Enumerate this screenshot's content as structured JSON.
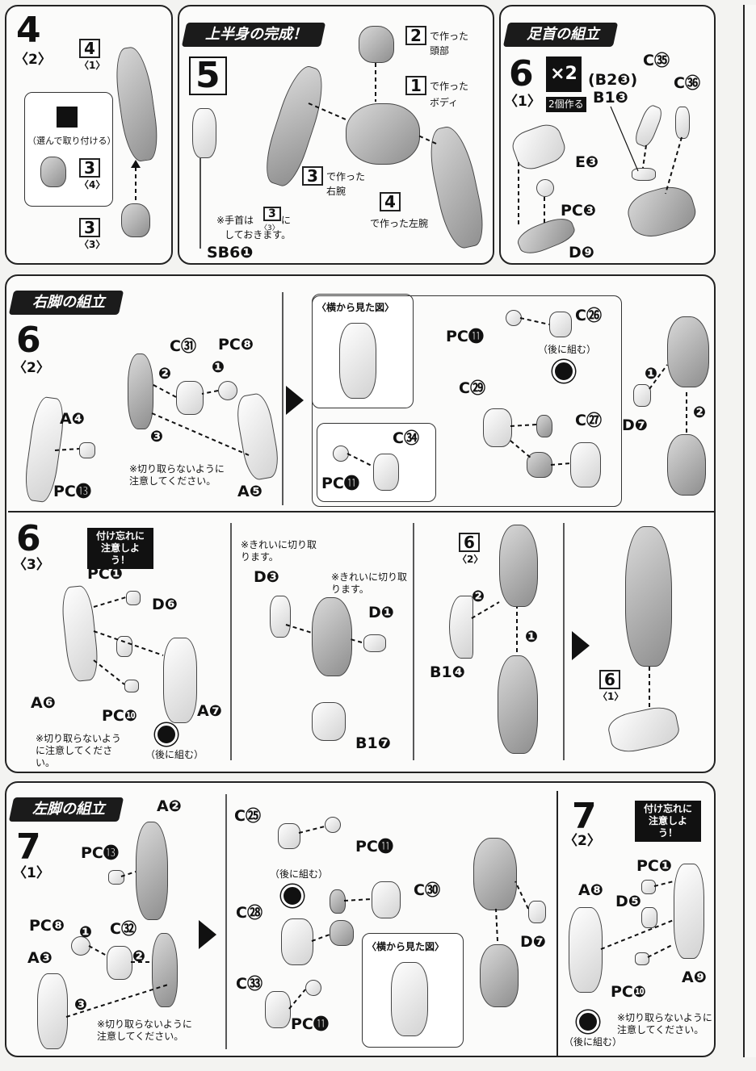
{
  "panel4": {
    "step": "4",
    "sub": "〈2〉",
    "ref_num": "4",
    "ref_sub": "〈1〉",
    "select_note": "（選んで取り付ける）",
    "alt_num": "3",
    "alt_sub": "〈4〉",
    "hand_num": "3",
    "hand_sub": "〈3〉"
  },
  "panel5": {
    "title": "上半身の完成！",
    "step": "5",
    "head_ref": "2",
    "head_made": "で作った",
    "head_label": "頭部",
    "body_ref": "1",
    "body_made": "で作った",
    "body_label": "ボディ",
    "rarm_ref": "3",
    "rarm_made": "で作った",
    "rarm_label": "右腕",
    "larm_ref": "4",
    "larm_label": "で作った左腕",
    "wrist_note": "※手首は",
    "wrist_ref": "3",
    "wrist_ref_sub": "〈3〉",
    "wrist_ni": "に",
    "wrist_note2": "しておきます。",
    "sb": "SB6❶"
  },
  "panel6a": {
    "title": "足首の組立",
    "step": "6",
    "sub": "〈1〉",
    "x2": "×2",
    "x2_note": "2個作る",
    "b2": "(B2❸)",
    "b1": "B1❸",
    "c35": "C㉟",
    "c36": "C㊱",
    "e3": "E❸",
    "pc3": "PC❸",
    "d9": "D❾"
  },
  "panel6b": {
    "title": "右脚の組立",
    "step": "6",
    "sub": "〈2〉",
    "a4": "A❹",
    "pc13": "PC⓭",
    "c31": "C㉛",
    "pc8": "PC❽",
    "n1": "❶",
    "n2": "❷",
    "n3": "❸",
    "a5": "A❺",
    "note": "※切り取らないように注意してください。",
    "side_view": "〈横から見た図〉",
    "pc11a": "PC⓫",
    "c26": "C㉖",
    "later": "（後に組む）",
    "c29": "C㉙",
    "c27": "C㉗",
    "pc11b": "PC⓫",
    "c34": "C㉞",
    "d7": "D❼",
    "r1": "❶",
    "r2": "❷"
  },
  "panel6c": {
    "step": "6",
    "sub": "〈3〉",
    "warn": "付け忘れに注意しよう！",
    "pc1": "PC❶",
    "d6": "D❻",
    "a6": "A❻",
    "pc10": "PC❿",
    "a7": "A❼",
    "note": "※切り取らないように注意してください。",
    "later": "（後に組む）",
    "clean_cut1": "※きれいに切り取ります。",
    "d3": "D❸",
    "clean_cut2": "※きれいに切り取ります。",
    "d1": "D❶",
    "b17": "B1❼",
    "ref6": "6",
    "ref6sub": "〈2〉",
    "b14": "B1❹",
    "ref61": "6",
    "ref61sub": "〈1〉",
    "n1": "❶",
    "n2": "❷"
  },
  "panel7a": {
    "title": "左脚の組立",
    "step": "7",
    "sub": "〈1〉",
    "a2": "A❷",
    "pc13": "PC⓭",
    "pc8": "PC❽",
    "c32": "C㉜",
    "a3": "A❸",
    "n1": "❶",
    "n2": "❷",
    "n3": "❸",
    "note": "※切り取らないように注意してください。",
    "c25": "C㉕",
    "pc11a": "PC⓫",
    "later": "（後に組む）",
    "c30": "C㉚",
    "c28": "C㉘",
    "side_view": "〈横から見た図〉",
    "c33": "C㉝",
    "pc11b": "PC⓫",
    "d7": "D❼"
  },
  "panel7b": {
    "step": "7",
    "sub": "〈2〉",
    "warn": "付け忘れに注意しよう！",
    "pc1": "PC❶",
    "a8": "A❽",
    "d5": "D❺",
    "a9": "A❾",
    "pc10": "PC❿",
    "note": "※切り取らないように注意してください。",
    "later": "（後に組む）"
  }
}
